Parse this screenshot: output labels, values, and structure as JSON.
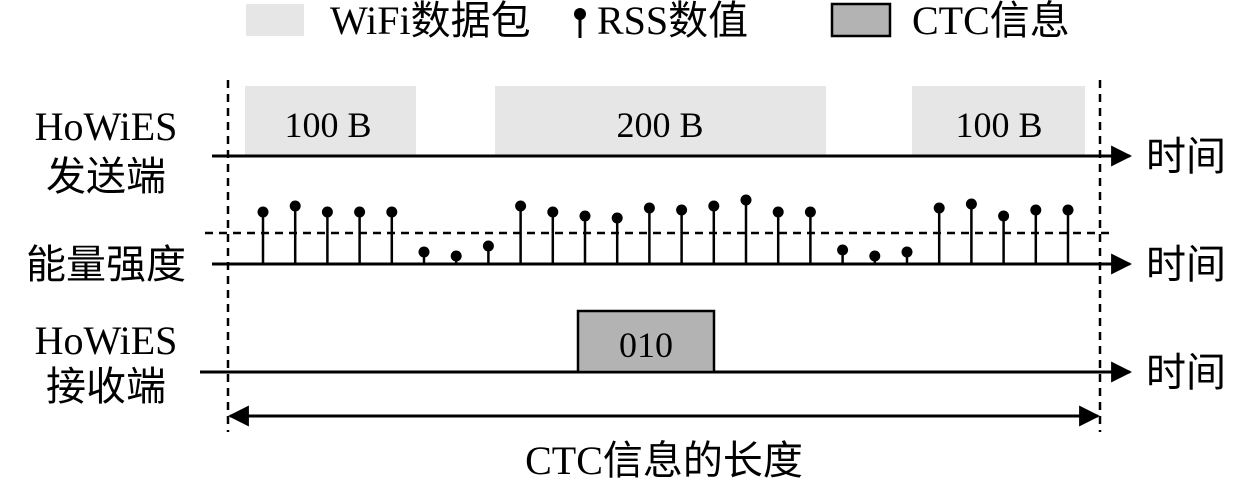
{
  "legend": {
    "wifi_label": "WiFi数据包",
    "rss_label": "RSS数值",
    "ctc_label": "CTC信息"
  },
  "rows": {
    "sender": {
      "line1": "HoWiES",
      "line2": "发送端"
    },
    "energy": {
      "label": "能量强度"
    },
    "receiver": {
      "line1": "HoWiES",
      "line2": "接收端"
    }
  },
  "time_label": "时间",
  "packets": [
    {
      "label": "100 B"
    },
    {
      "label": "200 B"
    },
    {
      "label": "100 B"
    }
  ],
  "rss_levels": [
    "high",
    "high",
    "high",
    "high",
    "high",
    "low",
    "low",
    "low",
    "high",
    "high",
    "high",
    "high",
    "high",
    "high",
    "high",
    "high",
    "high",
    "high",
    "low",
    "low",
    "low",
    "high",
    "high",
    "high",
    "high",
    "high"
  ],
  "ctc_box_label": "010",
  "bottom_label": "CTC信息的长度",
  "colors": {
    "wifi_packet": "#e6e6e6",
    "ctc_box": "#b3b3b3",
    "line": "#000000"
  }
}
